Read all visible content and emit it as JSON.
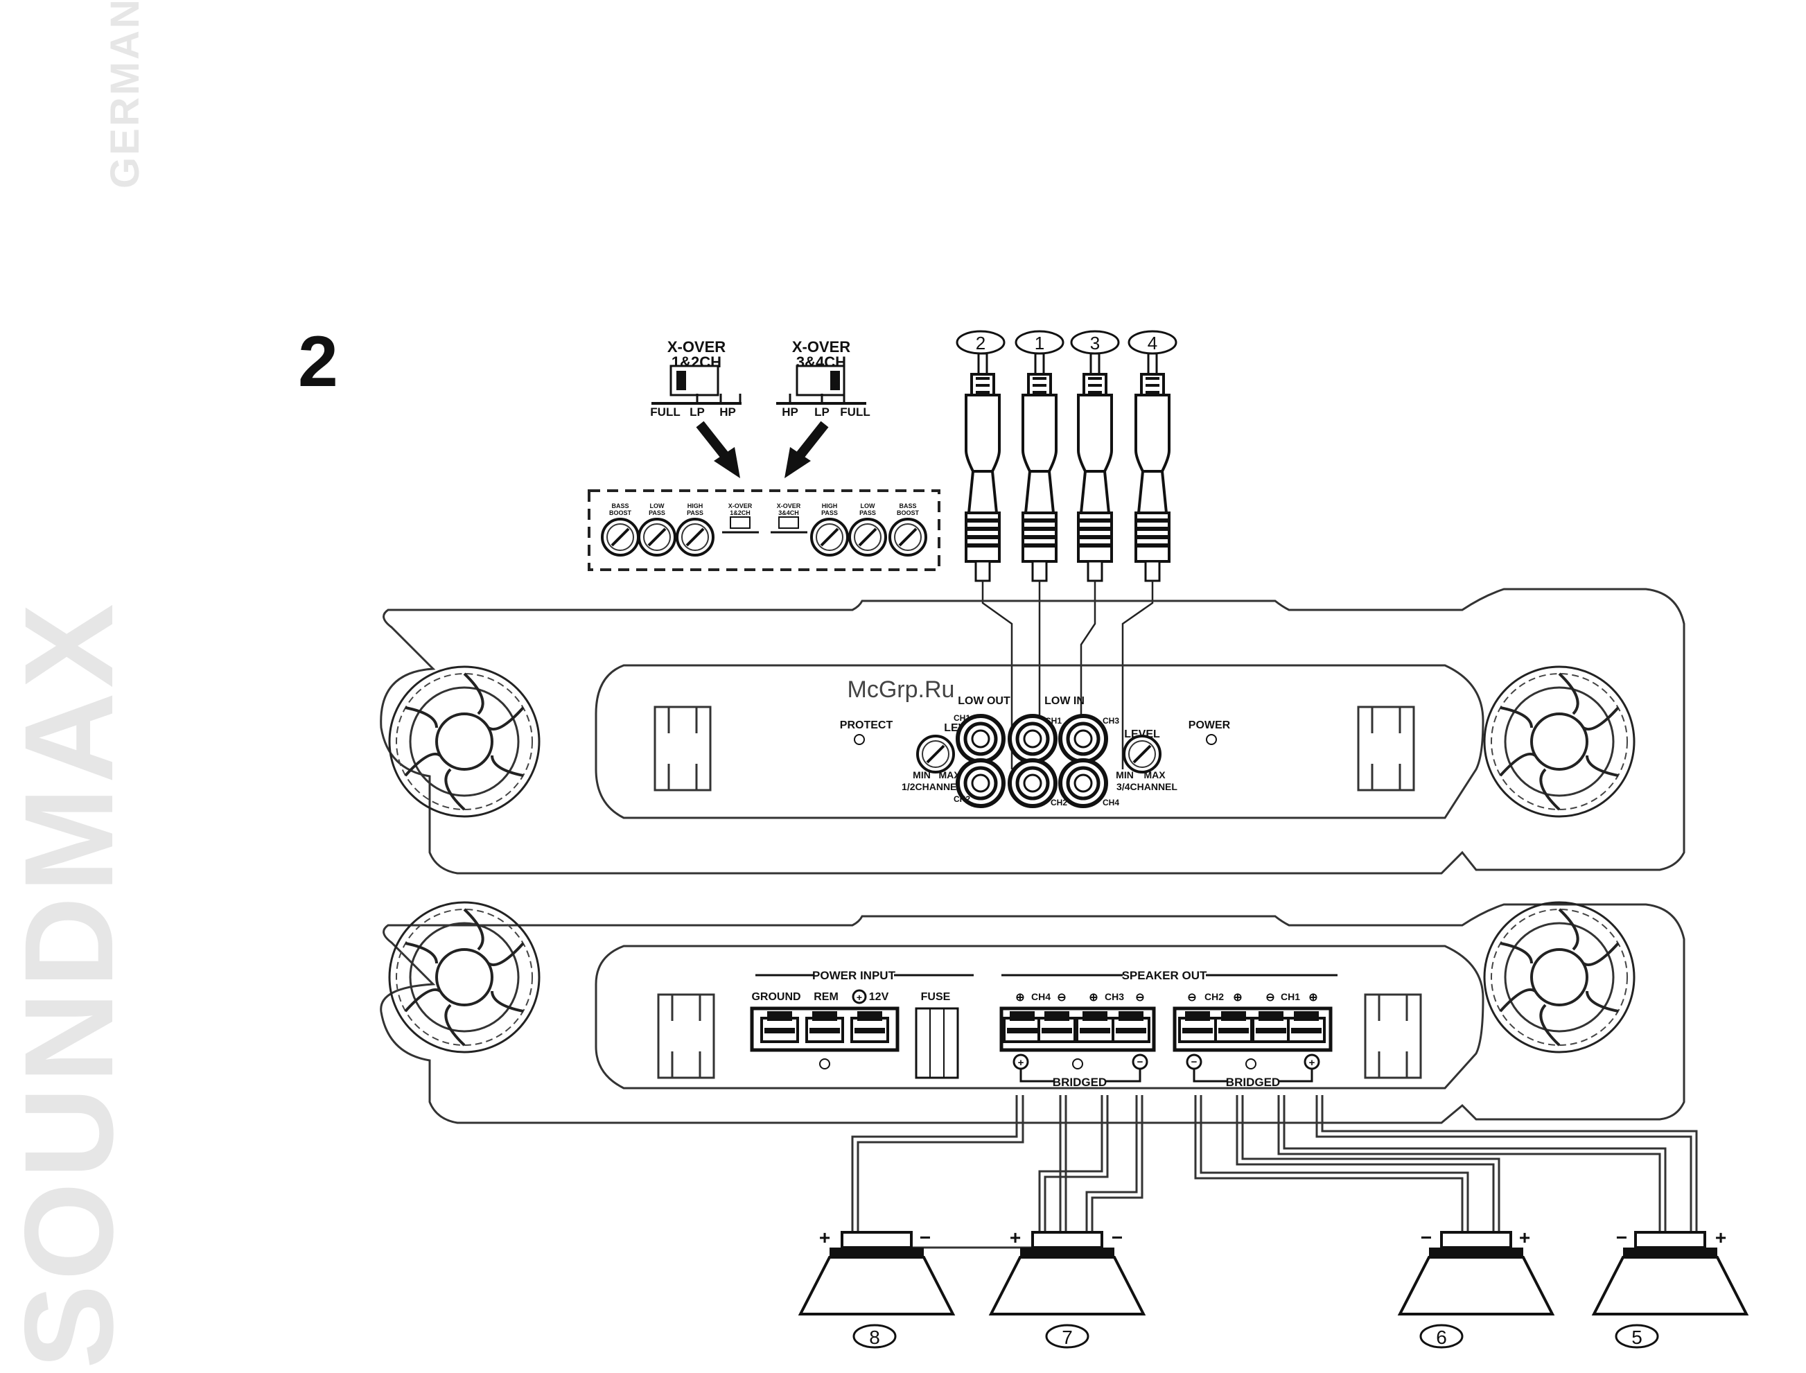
{
  "watermark": {
    "brand": "SOUNDMAX",
    "country": "GERMANY",
    "site": "McGrp.Ru"
  },
  "figure_number": "2",
  "xover": {
    "left": {
      "title_line1": "X-OVER",
      "title_line2": "1&2CH",
      "options": [
        "FULL",
        "LP",
        "HP"
      ]
    },
    "right": {
      "title_line1": "X-OVER",
      "title_line2": "3&4CH",
      "options": [
        "HP",
        "LP",
        "FULL"
      ]
    }
  },
  "control_strip": {
    "knobs": [
      {
        "label1": "BASS",
        "label2": "BOOST"
      },
      {
        "label1": "LOW",
        "label2": "PASS"
      },
      {
        "label1": "HIGH",
        "label2": "PASS"
      },
      {
        "label1": "HIGH",
        "label2": "PASS"
      },
      {
        "label1": "LOW",
        "label2": "PASS"
      },
      {
        "label1": "BASS",
        "label2": "BOOST"
      }
    ],
    "switches": [
      {
        "label1": "X-OVER",
        "label2": "1&2CH"
      },
      {
        "label1": "X-OVER",
        "label2": "3&4CH"
      }
    ]
  },
  "rca_numbers": [
    "2",
    "1",
    "3",
    "4"
  ],
  "front_panel": {
    "protect": "PROTECT",
    "power": "POWER",
    "low_out": "LOW OUT",
    "low_in": "LOW IN",
    "level": "LEVEL",
    "min": "MIN",
    "max": "MAX",
    "channel_12": "1/2CHANNEL",
    "channel_34": "3/4CHANNEL",
    "ch1": "CH1",
    "ch2": "CH2",
    "ch3": "CH3",
    "ch4": "CH4"
  },
  "rear_panel": {
    "power_input": "POWER INPUT",
    "ground": "GROUND",
    "rem": "REM",
    "v12": "12V",
    "fuse": "FUSE",
    "speaker_out": "SPEAKER OUT",
    "ch4": "CH4",
    "ch3": "CH3",
    "ch2": "CH2",
    "ch1": "CH1",
    "bridged": "BRIDGED"
  },
  "speakers": [
    "8",
    "7",
    "6",
    "5"
  ]
}
